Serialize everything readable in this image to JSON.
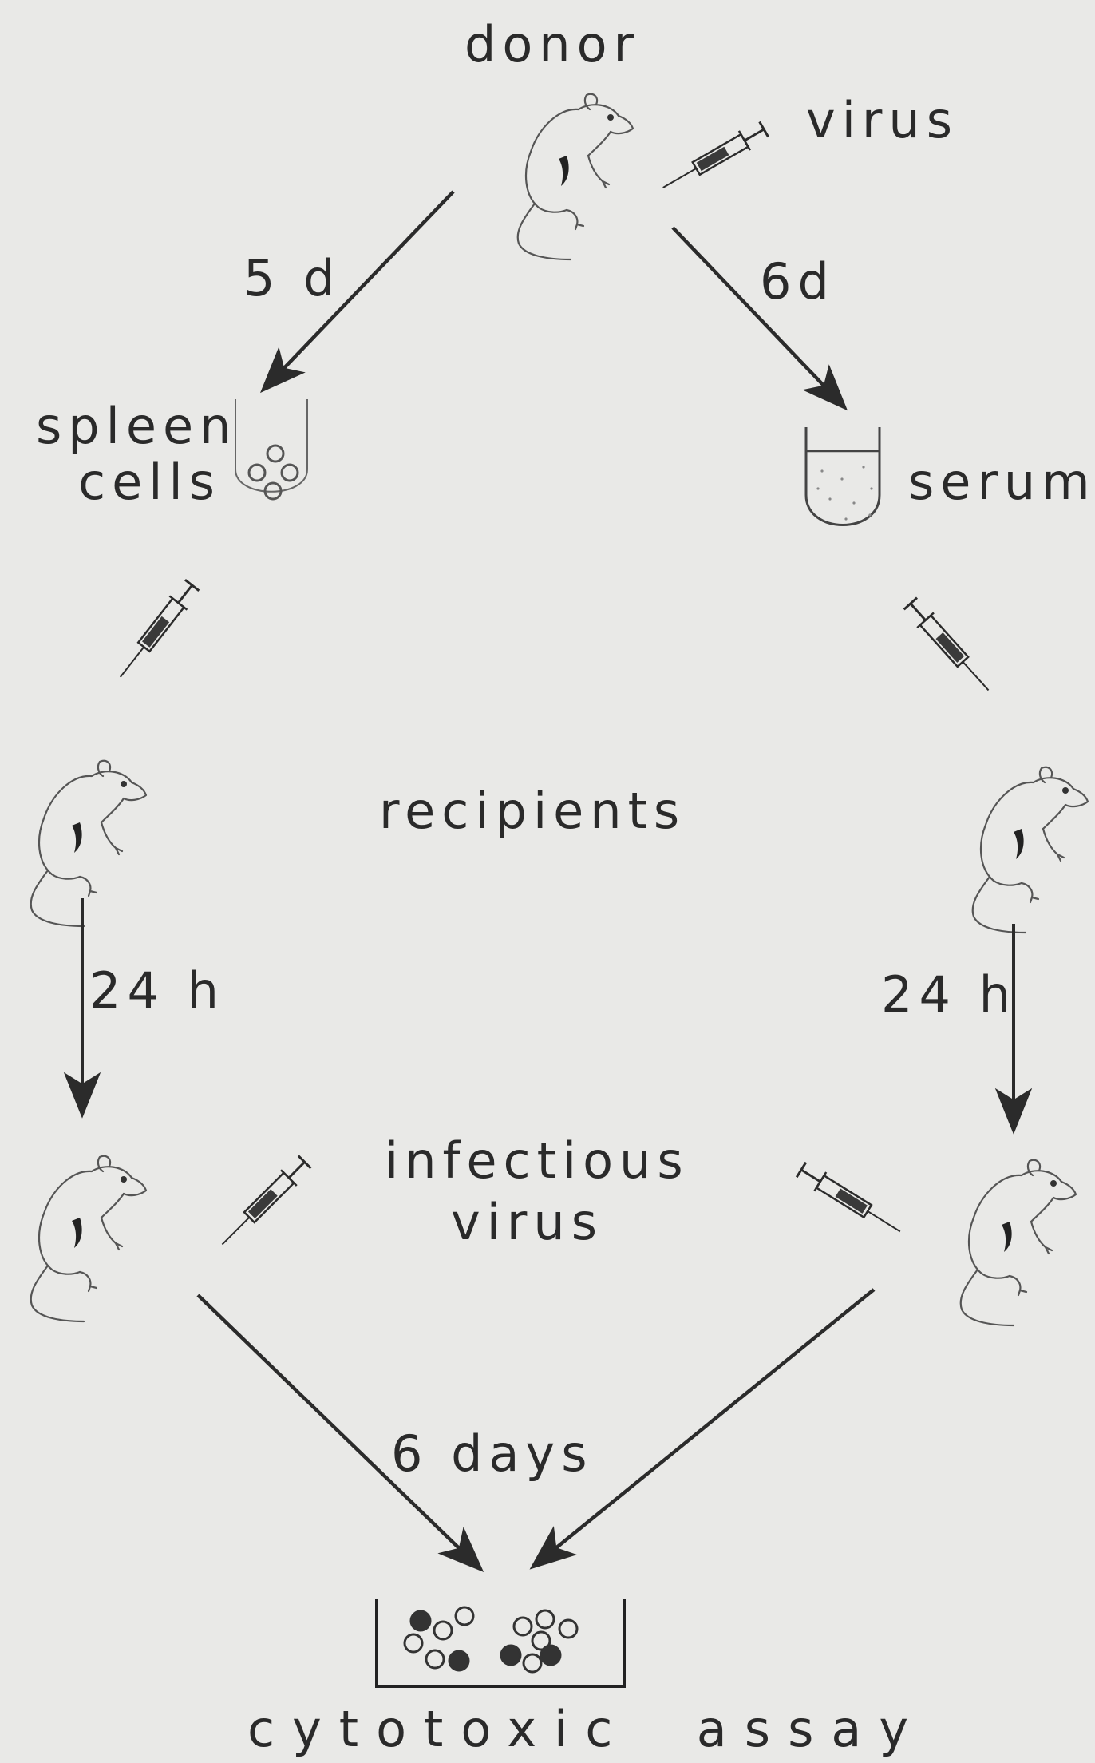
{
  "labels": {
    "donor": "donor",
    "virus_top": "virus",
    "days_left": "5 d",
    "days_right": "6d",
    "spleen": "spleen",
    "cells": "cells",
    "serum": "serum",
    "recipients": "recipients",
    "hours_left": "24 h",
    "hours_right": "24 h",
    "infectious": "infectious",
    "virus_mid": "virus",
    "six_days": "6 days",
    "assay": "cytotoxic  assay"
  },
  "icons": [
    "mouse-icon",
    "syringe-icon",
    "test-tube-icon",
    "culture-dish-icon",
    "arrow-icon"
  ],
  "colors": {
    "background": "#e9e9e7",
    "ink": "#2a2a2a",
    "light_ink": "#555555"
  }
}
